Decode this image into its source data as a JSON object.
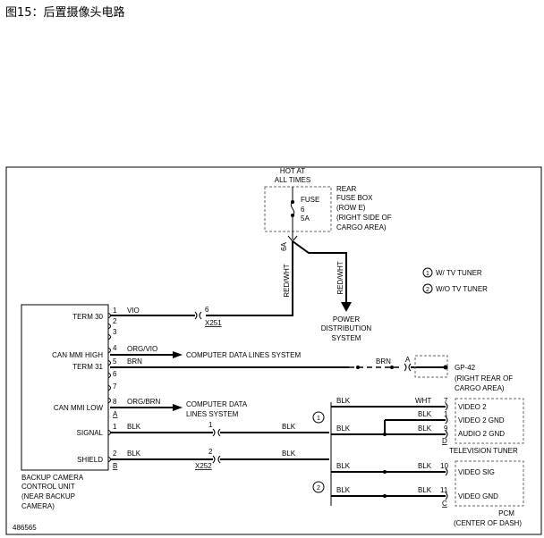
{
  "title": "图15：后置摄像头电路",
  "diagram_id": "486565",
  "power": {
    "hot_line1": "HOT AT",
    "hot_line2": "ALL TIMES",
    "fuse_label": "FUSE",
    "fuse_num": "6",
    "fuse_amp": "5A",
    "fuse_tap": "6A",
    "box_lines": [
      "REAR",
      "FUSE BOX",
      "(ROW E)",
      "(RIGHT SIDE OF",
      "CARGO AREA)"
    ]
  },
  "wires": {
    "red_wht": "RED/WHT",
    "vio": "VIO",
    "org_vio": "ORG/VIO",
    "brn": "BRN",
    "org_brn": "ORG/BRN",
    "blk": "BLK",
    "wht": "WHT"
  },
  "pds_lines": [
    "POWER",
    "DISTRIBUTION",
    "SYSTEM"
  ],
  "legend": [
    {
      "num": "1",
      "text": "W/ TV TUNER"
    },
    {
      "num": "2",
      "text": "W/O TV TUNER"
    }
  ],
  "camera_unit": {
    "pin_labels": [
      "TERM 30",
      "CAN MMI HIGH",
      "TERM 31",
      "CAN MMI LOW",
      "SIGNAL",
      "SHIELD"
    ],
    "pin_numbers": [
      "1",
      "2",
      "3",
      "4",
      "5",
      "6",
      "7",
      "8",
      "1",
      "2"
    ],
    "connectors": [
      "A",
      "B"
    ],
    "name_lines": [
      "BACKUP CAMERA",
      "CONTROL UNIT",
      "(NEAR BACKUP",
      "CAMERA)"
    ]
  },
  "connector_x251": {
    "pin": "6",
    "name": "X251"
  },
  "connector_x252": {
    "pin1": "1",
    "pin2": "2",
    "name": "X252"
  },
  "can_high_lines": [
    "COMPUTER DATA LINES SYSTEM"
  ],
  "can_low_lines": [
    "COMPUTER DATA",
    "LINES SYSTEM"
  ],
  "ground": {
    "pin": "A",
    "name": "GP-42",
    "loc_lines": [
      "(RIGHT REAR OF",
      "CARGO AREA)"
    ]
  },
  "tv_tuner": {
    "pins": [
      "7",
      "1",
      "9"
    ],
    "signals": [
      "VIDEO 2",
      "VIDEO 2 GND",
      "AUDIO 2 GND"
    ],
    "connector": "D",
    "name": "TELEVISION TUNER"
  },
  "pcm": {
    "pins": [
      "10",
      "11"
    ],
    "signals": [
      "VIDEO SIG",
      "VIDEO GND"
    ],
    "connector": "C",
    "name_lines": [
      "PCM",
      "(CENTER OF DASH)"
    ]
  }
}
